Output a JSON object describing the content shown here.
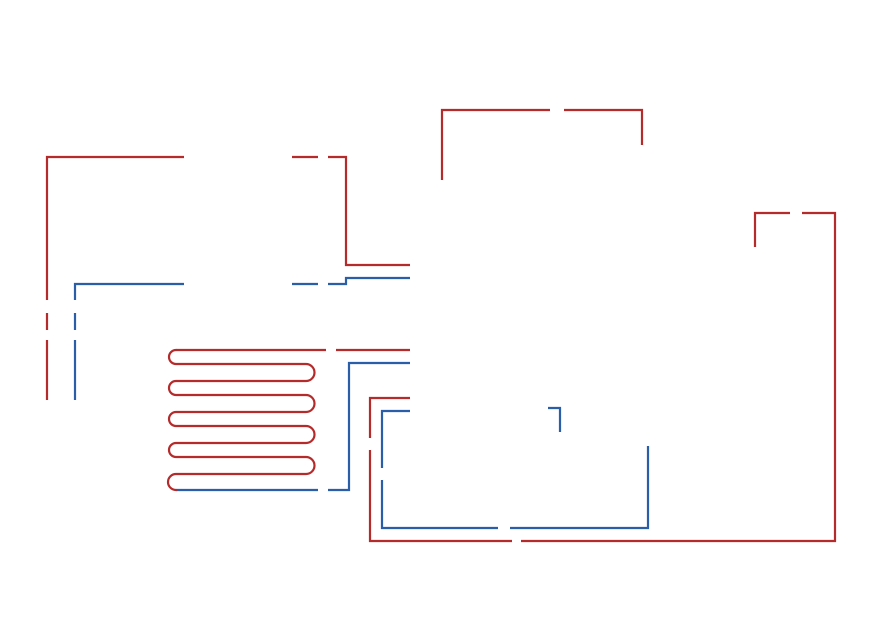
{
  "colors": {
    "supply": "#b52a2a",
    "return": "#2a5ea8",
    "background": "#ffffff"
  },
  "pipes": [
    {
      "name": "supply-pipe-left-room-top",
      "line": "supply"
    },
    {
      "name": "supply-pipe-left-room-side",
      "line": "supply"
    },
    {
      "name": "supply-pipe-left-room-drop",
      "line": "supply"
    },
    {
      "name": "return-pipe-left-room-top",
      "line": "return"
    },
    {
      "name": "return-pipe-left-room-drop",
      "line": "return"
    },
    {
      "name": "supply-pipe-top-room",
      "line": "supply"
    },
    {
      "name": "supply-pipe-right-room",
      "line": "supply"
    },
    {
      "name": "supply-pipe-bottom-loop",
      "line": "supply"
    },
    {
      "name": "return-pipe-bottom-loop",
      "line": "return"
    },
    {
      "name": "return-pipe-bottom-loop-right",
      "line": "return"
    },
    {
      "name": "return-pipe-coil-outlet",
      "line": "return"
    },
    {
      "name": "supply-pipe-coil-inlet",
      "line": "supply"
    },
    {
      "name": "return-pipe-stub",
      "line": "return"
    }
  ],
  "coil": {
    "name": "heating-coil",
    "line": "supply",
    "tail": "return"
  }
}
